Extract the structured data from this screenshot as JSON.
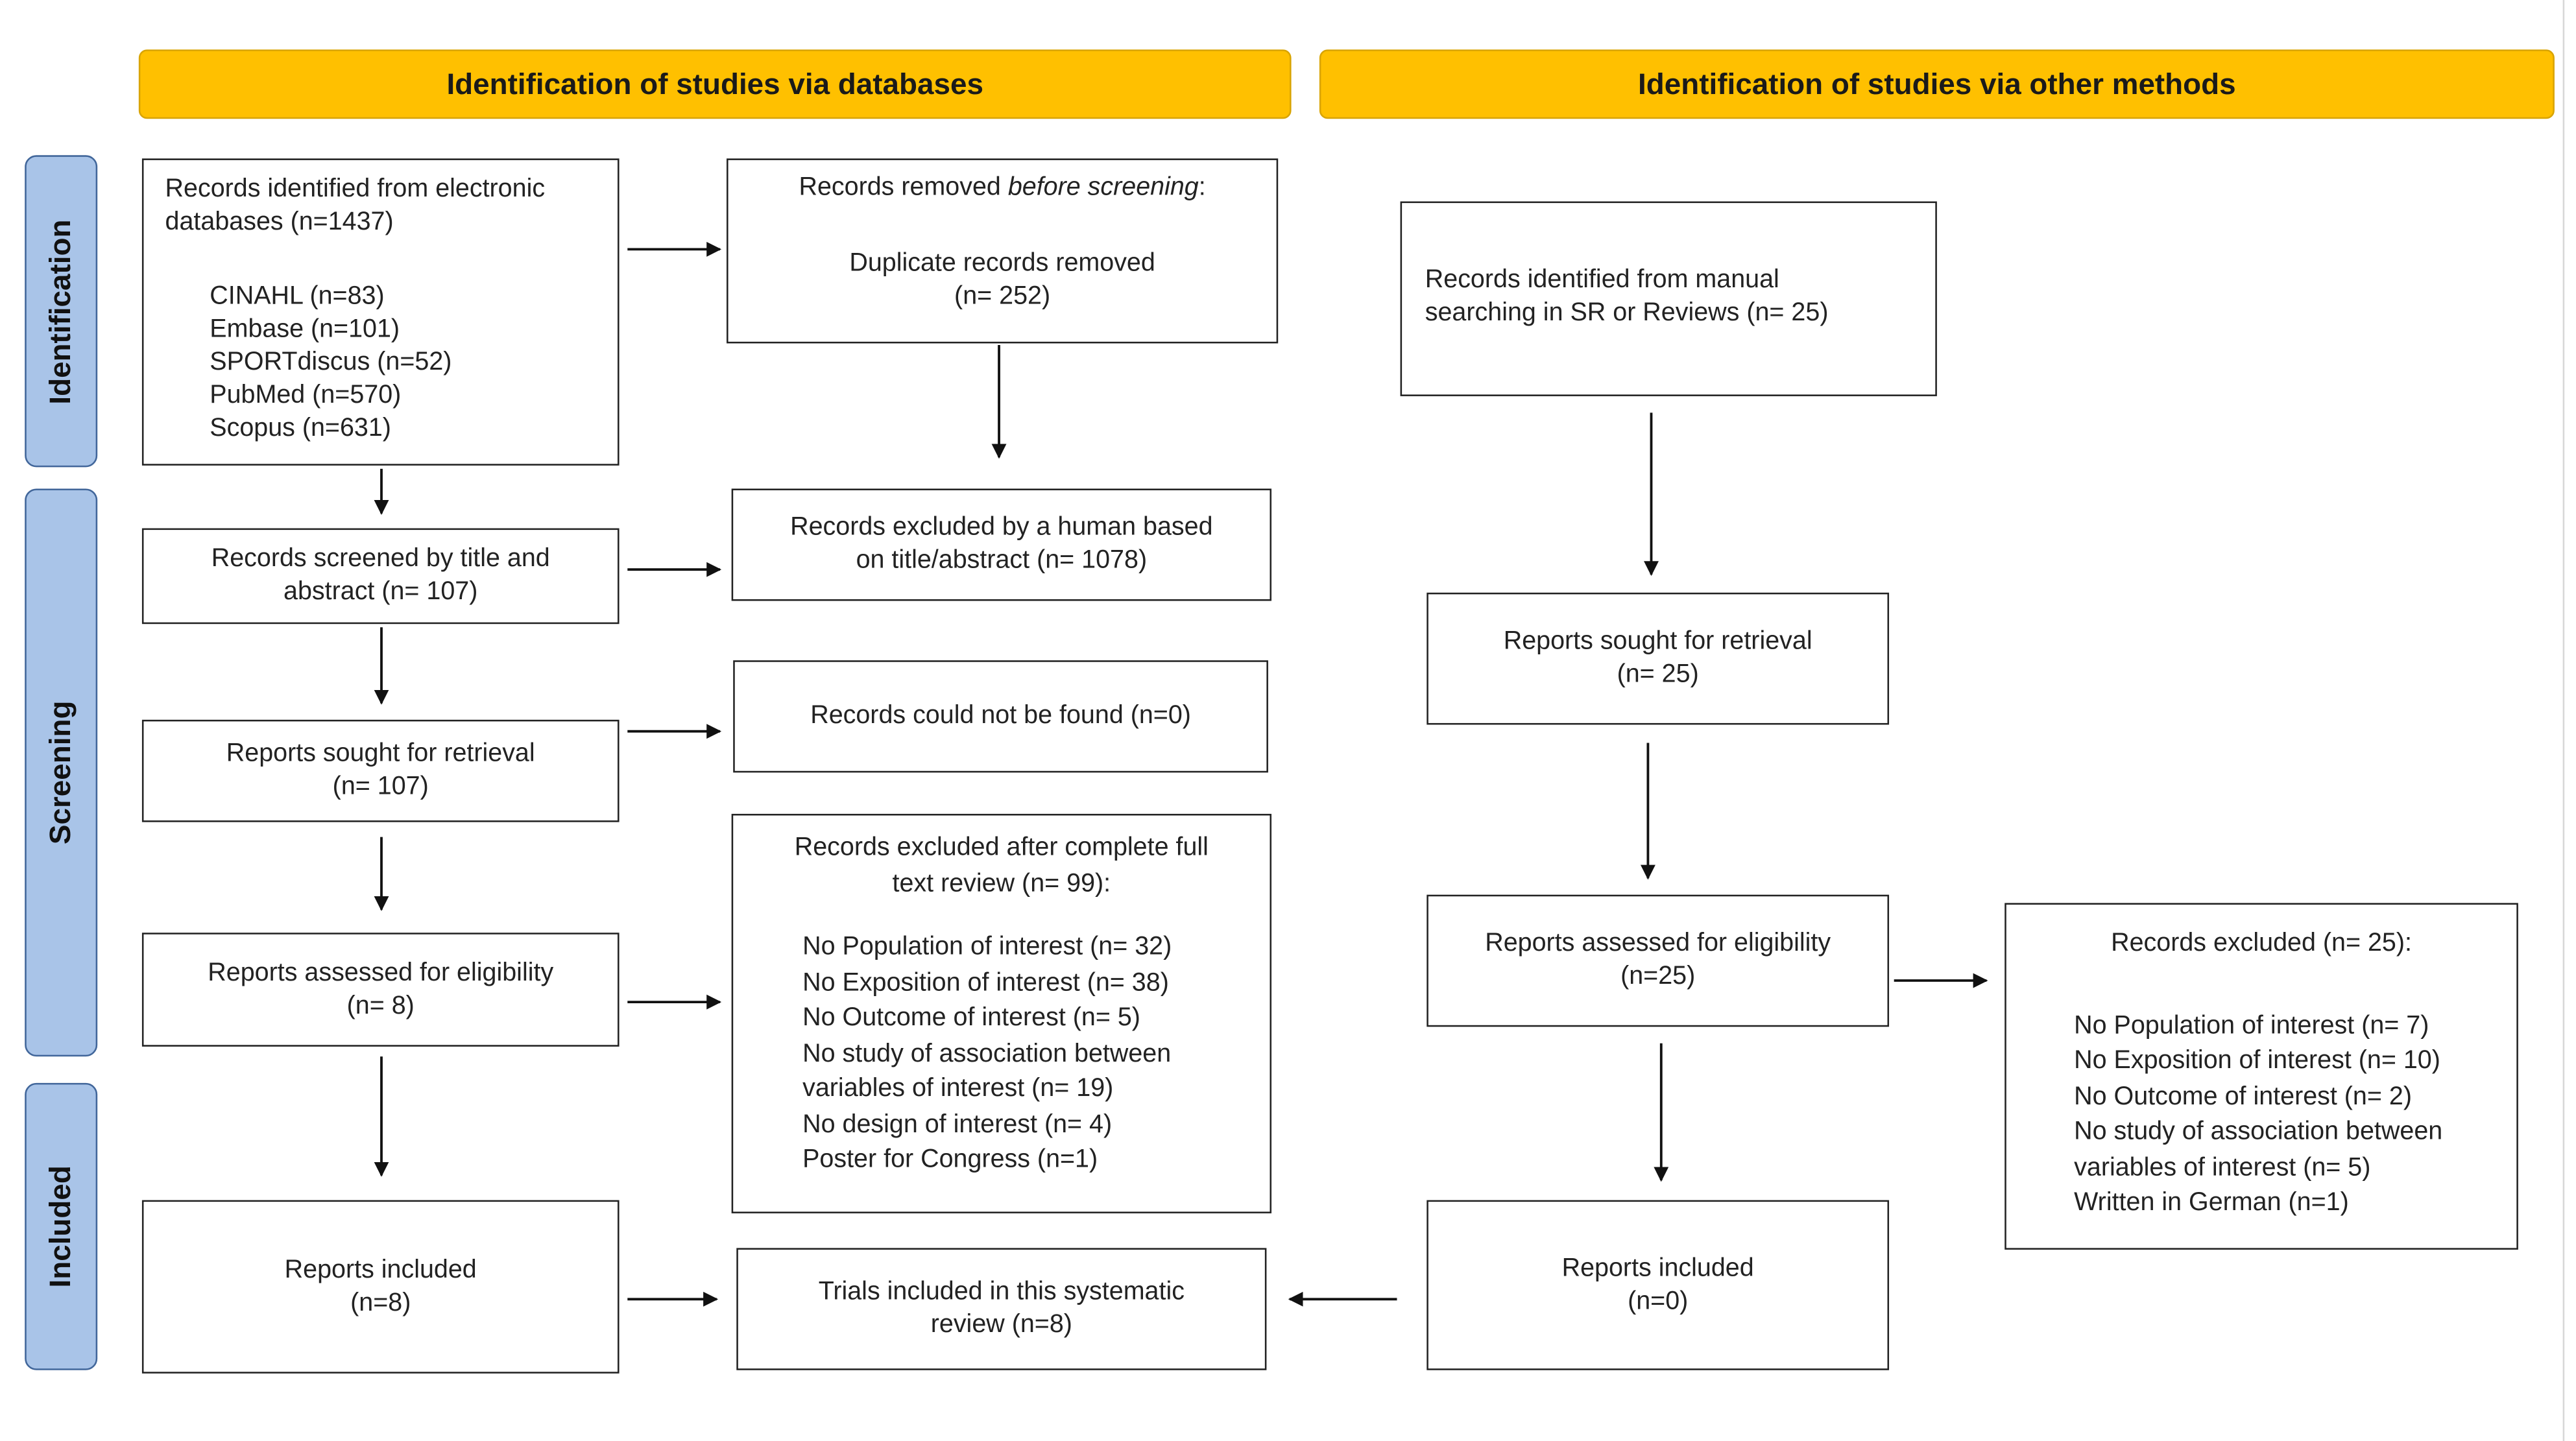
{
  "headers": {
    "databases": "Identification of studies via databases",
    "other": "Identification of studies via other methods"
  },
  "stages": {
    "identification": "Identification",
    "screening": "Screening",
    "included": "Included"
  },
  "db_identified": {
    "line1": "Records identified from electronic",
    "line2": "databases (n=1437)",
    "sources": [
      "CINAHL (n=83)",
      "Embase (n=101)",
      "SPORTdiscus (n=52)",
      "PubMed (n=570)",
      "Scopus (n=631)"
    ]
  },
  "removed": {
    "prefix": "Records removed ",
    "italic": "before screening",
    "suffix": ":",
    "line2": "Duplicate records removed",
    "line3": "(n= 252)"
  },
  "screened": {
    "line1": "Records screened by title and",
    "line2": "abstract (n= 107)"
  },
  "excluded_title": {
    "line1": "Records excluded by a human based",
    "line2": "on title/abstract (n= 1078)"
  },
  "sought_db": {
    "line1": "Reports sought for retrieval",
    "line2": "(n= 107)"
  },
  "not_found": {
    "line1": "Records could not be found (n=0)"
  },
  "assessed_db": {
    "line1": "Reports assessed for eligibility",
    "line2": "(n= 8)"
  },
  "excluded_full": {
    "line1": "Records excluded after complete full",
    "line2": "text review (n= 99):",
    "reasons": [
      "No Population of interest (n= 32)",
      "No Exposition of interest (n= 38)",
      "No Outcome of interest (n= 5)",
      "No study of association between",
      "variables of interest (n= 19)",
      "No design of interest (n= 4)",
      "Poster for Congress (n=1)"
    ]
  },
  "included_db": {
    "line1": "Reports included",
    "line2": "(n=8)"
  },
  "trials_included": {
    "line1": "Trials included in this systematic",
    "line2": "review (n=8)"
  },
  "manual": {
    "line1": "Records identified from manual",
    "line2": "searching in SR or Reviews (n= 25)"
  },
  "sought_other": {
    "line1": "Reports sought for retrieval",
    "line2": "(n= 25)"
  },
  "assessed_other": {
    "line1": "Reports assessed for eligibility",
    "line2": "(n=25)"
  },
  "excluded_other": {
    "line1": "Records excluded (n= 25):",
    "reasons": [
      "No Population of interest (n= 7)",
      "No Exposition of interest (n= 10)",
      "No Outcome of interest (n= 2)",
      "No study of association between",
      "variables of interest (n= 5)",
      "Written in German (n=1)"
    ]
  },
  "included_other": {
    "line1": "Reports included",
    "line2": "(n=0)"
  }
}
